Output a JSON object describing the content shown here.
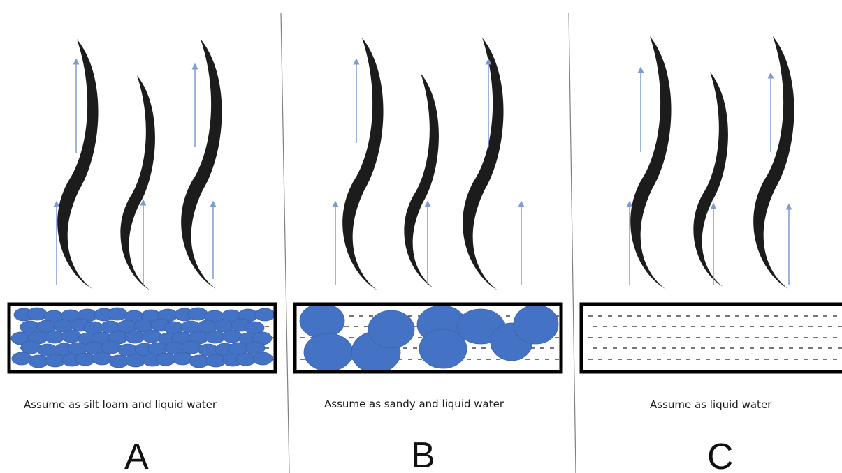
{
  "colors": {
    "particle": "#4472c4",
    "particle_stroke": "#3a63ad",
    "arrow": "#7f9bd0",
    "steam": "#1c1c1c",
    "box_border": "#000000",
    "water_dash": "#1a1a1a",
    "divider": "#808080"
  },
  "panels": [
    {
      "id": "A",
      "letter": "A",
      "caption": "Assume as silt loam and liquid water",
      "particle_type": "silt-loam"
    },
    {
      "id": "B",
      "letter": "B",
      "caption": "Assume as sandy and liquid water",
      "particle_type": "sand"
    },
    {
      "id": "C",
      "letter": "C",
      "caption": "Assume as liquid water",
      "particle_type": "none"
    }
  ],
  "icons": {
    "steam": "steam-wave-icon",
    "arrow": "upward-arrow-icon"
  }
}
